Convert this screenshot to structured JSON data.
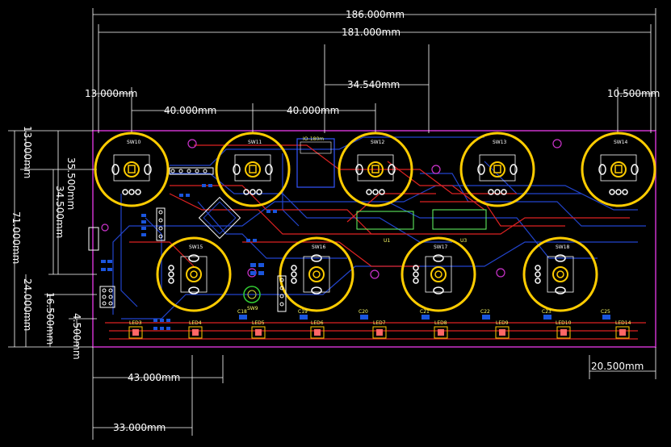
{
  "dimensions": {
    "top_total": "186.000mm",
    "top_inner": "181.000mm",
    "center_gap": "34.540mm",
    "left_margin": "13.000mm",
    "right_margin": "10.500mm",
    "spacing_a": "40.000mm",
    "spacing_b": "40.000mm",
    "left_13": "13.000mm",
    "left_355": "35.500mm",
    "left_345": "34.500mm",
    "left_71": "71.000mm",
    "left_24": "24.000mm",
    "left_165": "16.500mm",
    "left_45": "4.500mm",
    "bottom_43": "43.000mm",
    "bottom_33": "33.000mm",
    "bottom_right": "20.500mm"
  },
  "switches_top": [
    "SW10",
    "SW11",
    "SW12",
    "SW13",
    "SW14"
  ],
  "switches_bottom": [
    "SW15",
    "SW16",
    "SW17",
    "SW18"
  ],
  "leds": [
    "LED3",
    "LED4",
    "LED5",
    "LED6",
    "LED7",
    "LED8",
    "LED9",
    "LED10",
    "LED14"
  ],
  "caps": [
    "C18",
    "C19",
    "C20",
    "C21",
    "C22",
    "C23",
    "C25"
  ],
  "parts": {
    "module": "IO-180m",
    "sw9": "SW9",
    "u1": "U1",
    "u3": "U3"
  },
  "colors": {
    "board_outline": "#cc33cc",
    "top_copper": "#dd2222",
    "bottom_copper": "#2244cc",
    "silkscreen": "#ffcc00",
    "dimension": "#ffffff"
  }
}
